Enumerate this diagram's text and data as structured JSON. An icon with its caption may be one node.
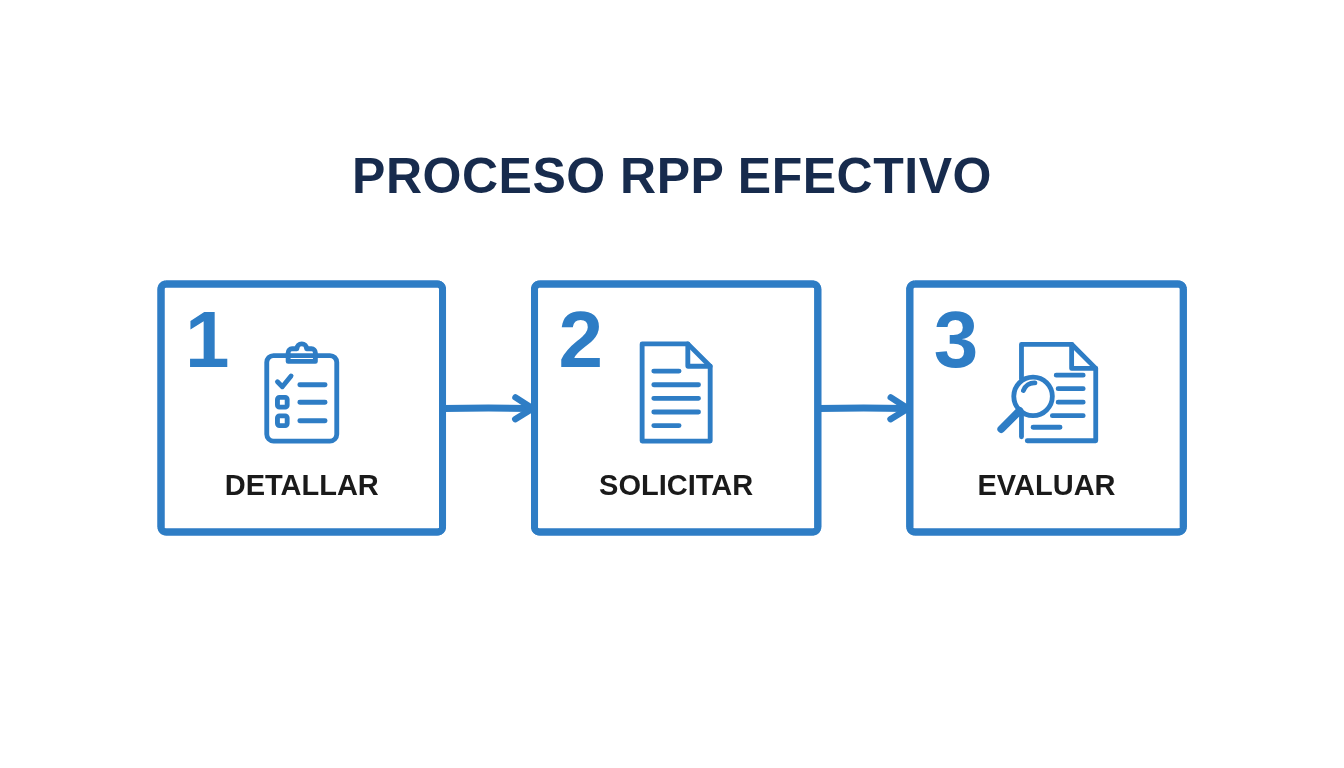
{
  "diagram": {
    "title": "PROCESO RPP EFECTIVO",
    "nodes": [
      {
        "text": [
          "1",
          "DETALLAR"
        ]
      },
      {
        "text": [
          "2",
          "SOLICITAR"
        ]
      },
      {
        "text": [
          "3",
          "EVALUAR"
        ]
      }
    ],
    "edges": [
      {
        "from": 0,
        "to": 1,
        "arrow": "to"
      },
      {
        "from": 1,
        "to": 2,
        "arrow": "to"
      }
    ]
  }
}
